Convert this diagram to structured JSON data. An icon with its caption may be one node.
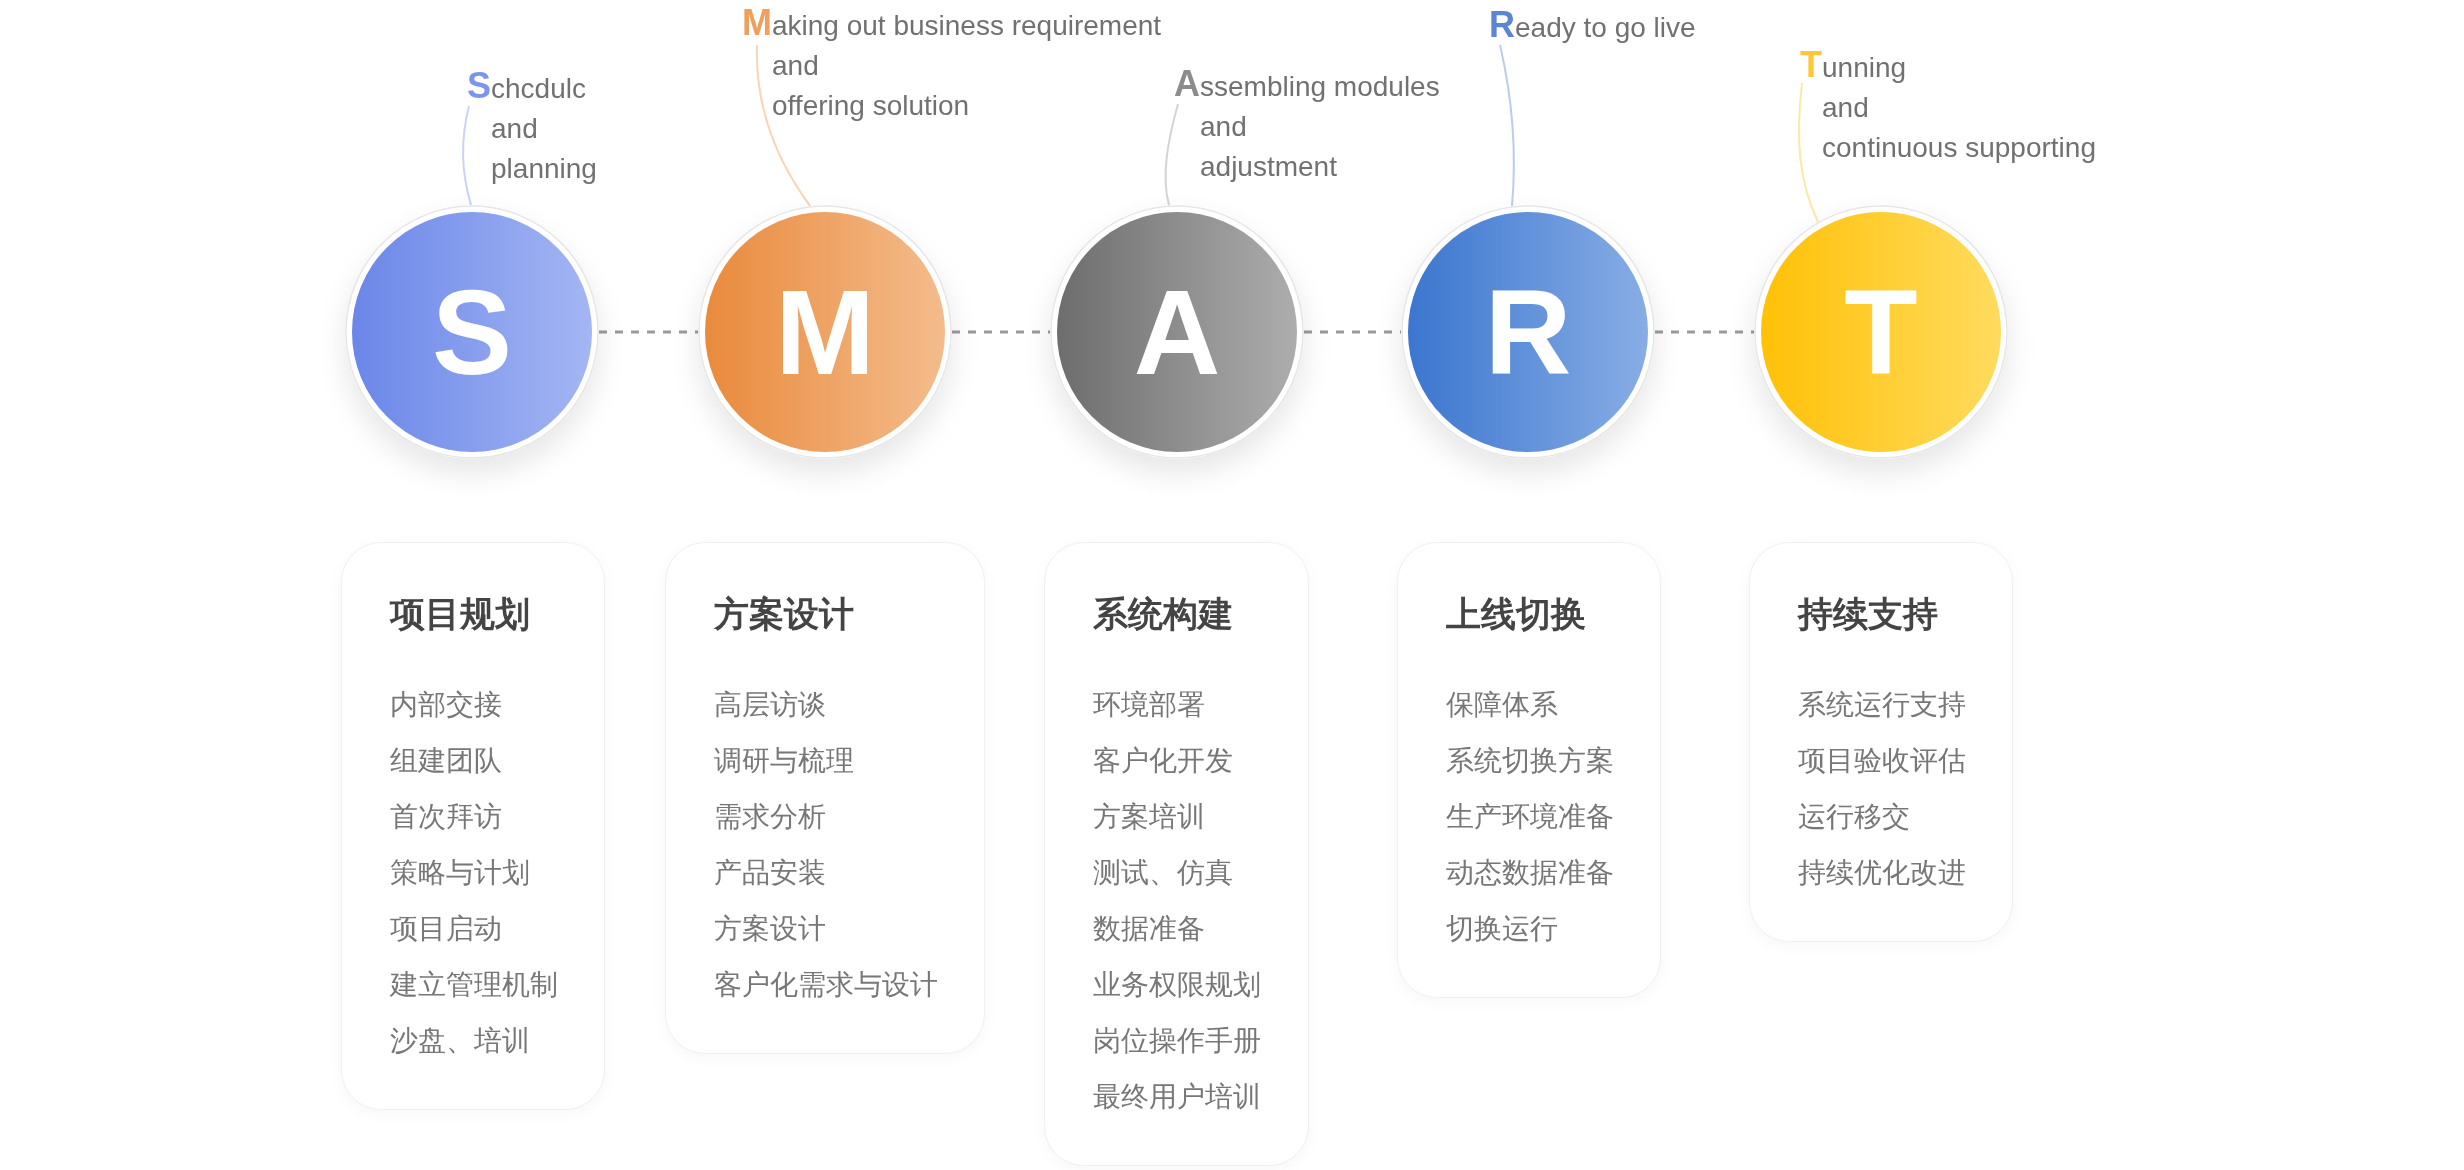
{
  "diagram": {
    "nodes": [
      {
        "text": [
          "**S**chcdulc and planning"
        ]
      },
      {
        "text": [
          "**M**aking out business requirement and offering solution"
        ]
      },
      {
        "text": [
          "**A**ssembling modules and adjustment"
        ]
      },
      {
        "text": [
          "**R**eady to go live"
        ]
      },
      {
        "text": [
          "**T**unning and continuous supporting"
        ]
      },
      {
        "text": [
          "S"
        ]
      },
      {
        "text": [
          "M"
        ]
      },
      {
        "text": [
          "A"
        ]
      },
      {
        "text": [
          "R"
        ]
      },
      {
        "text": [
          "T"
        ]
      },
      {
        "text": [
          "项目规划",
          "内部交接",
          "组建团队",
          "首次拜访",
          "策略与计划",
          "项目启动",
          "建立管理机制",
          "沙盘、培训"
        ]
      },
      {
        "text": [
          "方案设计",
          "高层访谈",
          "调研与梳理",
          "需求分析",
          "产品安装",
          "方案设计",
          "客户化需求与设计"
        ]
      },
      {
        "text": [
          "系统构建",
          "环境部署",
          "客户化开发",
          "方案培训",
          "测试、仿真",
          "数据准备",
          "业务权限规划",
          "岗位操作手册",
          "最终用户培训"
        ]
      },
      {
        "text": [
          "上线切换",
          "保障体系",
          "系统切换方案",
          "生产环境准备",
          "动态数据准备",
          "切换运行"
        ]
      },
      {
        "text": [
          "持续支持",
          "系统运行支持",
          "项目验收评估",
          "运行移交",
          "持续优化改进"
        ]
      }
    ],
    "edges": [
      {
        "from": 0,
        "to": 5,
        "arrow": "none",
        "color": "#c9d3f5"
      },
      {
        "from": 1,
        "to": 6,
        "arrow": "none",
        "color": "#f8d5b5"
      },
      {
        "from": 2,
        "to": 7,
        "arrow": "none",
        "color": "#d4d4d4"
      },
      {
        "from": 3,
        "to": 8,
        "arrow": "none",
        "color": "#bccde9"
      },
      {
        "from": 4,
        "to": 9,
        "arrow": "none",
        "color": "#fde8a6"
      },
      {
        "from": 5,
        "to": 6,
        "arrow": "none",
        "style": "dashed"
      },
      {
        "from": 6,
        "to": 7,
        "arrow": "none",
        "style": "dashed"
      },
      {
        "from": 7,
        "to": 8,
        "arrow": "none",
        "style": "dashed"
      },
      {
        "from": 8,
        "to": 9,
        "arrow": "none",
        "style": "dashed"
      }
    ]
  }
}
